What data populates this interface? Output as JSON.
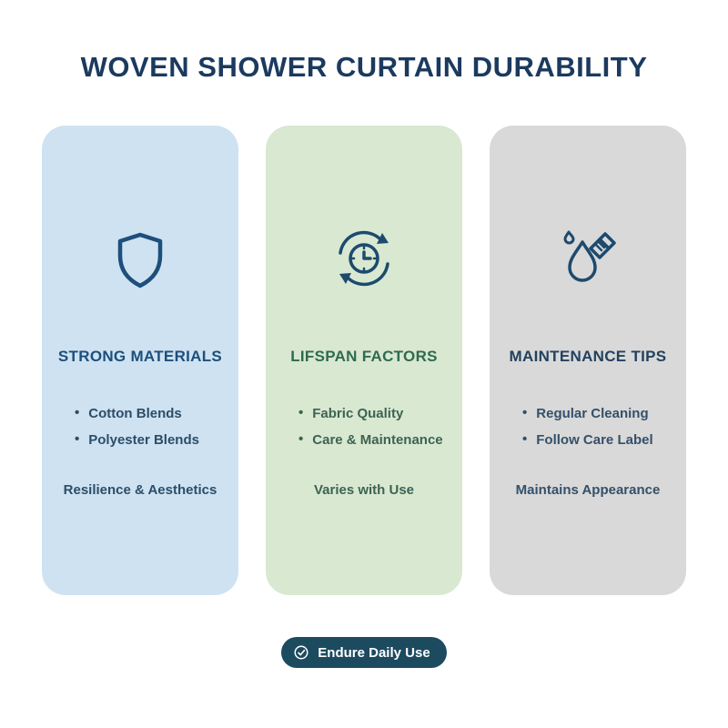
{
  "title": "WOVEN SHOWER CURTAIN DURABILITY",
  "cards": [
    {
      "id": "strong-materials",
      "icon": "shield-icon",
      "heading": "STRONG MATERIALS",
      "bullets": [
        "Cotton Blends",
        "Polyester Blends"
      ],
      "note": "Resilience & Aesthetics",
      "bg": "#cfe2f1",
      "heading_color": "#1c4f7c",
      "text_color": "#2b4d68"
    },
    {
      "id": "lifespan-factors",
      "icon": "cycle-clock-icon",
      "heading": "LIFSPAN FACTORS",
      "bullets": [
        "Fabric Quality",
        "Care & Maintenance"
      ],
      "note": "Varies with Use",
      "bg": "#d9e8d1",
      "heading_color": "#2e6b50",
      "text_color": "#3c6354"
    },
    {
      "id": "maintenance-tips",
      "icon": "water-drop-brush-icon",
      "heading": "MAINTENANCE TIPS",
      "bullets": [
        "Regular Cleaning",
        "Follow Care Label"
      ],
      "note": "Maintains Appearance",
      "bg": "#d9d9d9",
      "heading_color": "#23415d",
      "text_color": "#34506a"
    }
  ],
  "badge": {
    "label": "Endure Daily Use",
    "icon": "check-circle-icon",
    "bg": "#1c4a5f",
    "text_color": "#ffffff"
  }
}
